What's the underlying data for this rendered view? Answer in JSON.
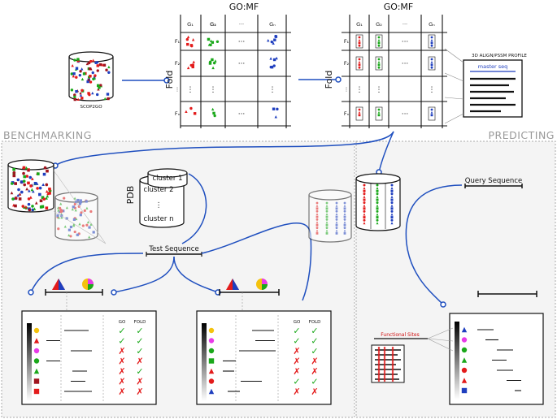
{
  "sections": {
    "benchmarking": "BENCHMARKING",
    "predicting": "PREDICTING"
  },
  "database": {
    "label": "SCOP2GO",
    "pdb": "PDB"
  },
  "matrix": {
    "title": "GO:MF",
    "row_axis": "Fold",
    "col_heads": [
      "G₁",
      "G₂",
      "···",
      "Gₙ"
    ],
    "row_heads": [
      "F₁",
      "F₂",
      "⋮",
      "Fₙ"
    ]
  },
  "profile": {
    "title": "3D ALIGN/PSSM PROFILE",
    "master": "master seq"
  },
  "clusters": [
    "cluster 1",
    "cluster 2",
    "⋮",
    "cluster n"
  ],
  "labels": {
    "test_sequence": "Test Sequence",
    "query_sequence": "Query Sequence",
    "functional_sites": "Functional Sites"
  },
  "result_cols": {
    "go": "GO",
    "fold": "FOLD"
  },
  "marks": {
    "check": "✓",
    "cross": "✗",
    "vdots": "⋮",
    "hdots": "···"
  },
  "table1": {
    "go": [
      "check",
      "check",
      "cross",
      "cross",
      "cross",
      "cross",
      "cross"
    ],
    "fold": [
      "check",
      "check",
      "check",
      "cross",
      "check",
      "cross",
      "cross"
    ]
  },
  "table2": {
    "go": [
      "check",
      "check",
      "cross",
      "cross",
      "cross",
      "check",
      "cross"
    ],
    "fold": [
      "check",
      "check",
      "check",
      "cross",
      "cross",
      "check",
      "cross"
    ]
  },
  "colors": {
    "red": "#e31b1b",
    "green": "#1aa81a",
    "blue": "#1f3fbf",
    "yellow": "#f4c20d",
    "magenta": "#e83be8",
    "darkred": "#a0141e",
    "flow": "#1f4fbf"
  }
}
